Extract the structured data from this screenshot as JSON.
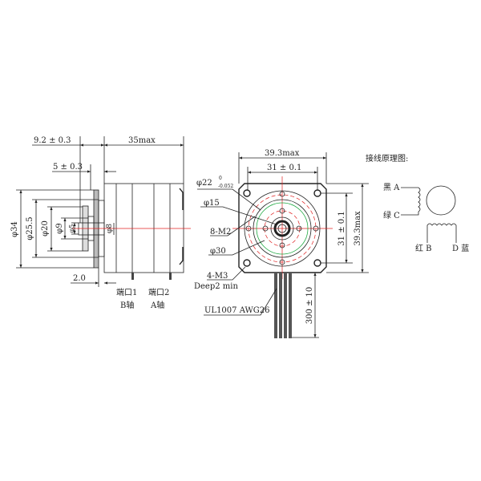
{
  "side_view": {
    "dim_9_2": "9.2 ± 0.3",
    "dim_35max": "35max",
    "dim_5": "5 ± 0.3",
    "dim_2_0": "2.0",
    "dia_34": "φ34",
    "dia_25_5": "φ25.5",
    "dia_20": "φ20",
    "dia_9": "φ9",
    "dia_5": "φ5",
    "dia_8": "φ8",
    "port1": "端口1",
    "port1_axis": "B轴",
    "port2": "端口2",
    "port2_axis": "A轴"
  },
  "front_view": {
    "width_max": "39.3max",
    "hole_pitch": "31 ± 0.1",
    "dia_22": "φ22",
    "dia_22_tol_upper": "0",
    "dia_22_tol_lower": "-0.052",
    "dia_15": "φ15",
    "holes_m2": "8-M2",
    "dia_30": "φ30",
    "holes_m3": "4-M3",
    "depth": "Deep2 min",
    "wire_spec": "UL1007 AWG26",
    "wire_length": "300 ± 10",
    "height_pitch": "31 ± 0.1",
    "height_max": "39.3max"
  },
  "wiring": {
    "title": "接线原理图:",
    "black_a": "黑 A",
    "green_c": "绿 C",
    "red_b": "红 B",
    "blue_d": "D 蓝"
  },
  "colors": {
    "centerline": "#e02020",
    "green_circle": "#22aa44"
  }
}
